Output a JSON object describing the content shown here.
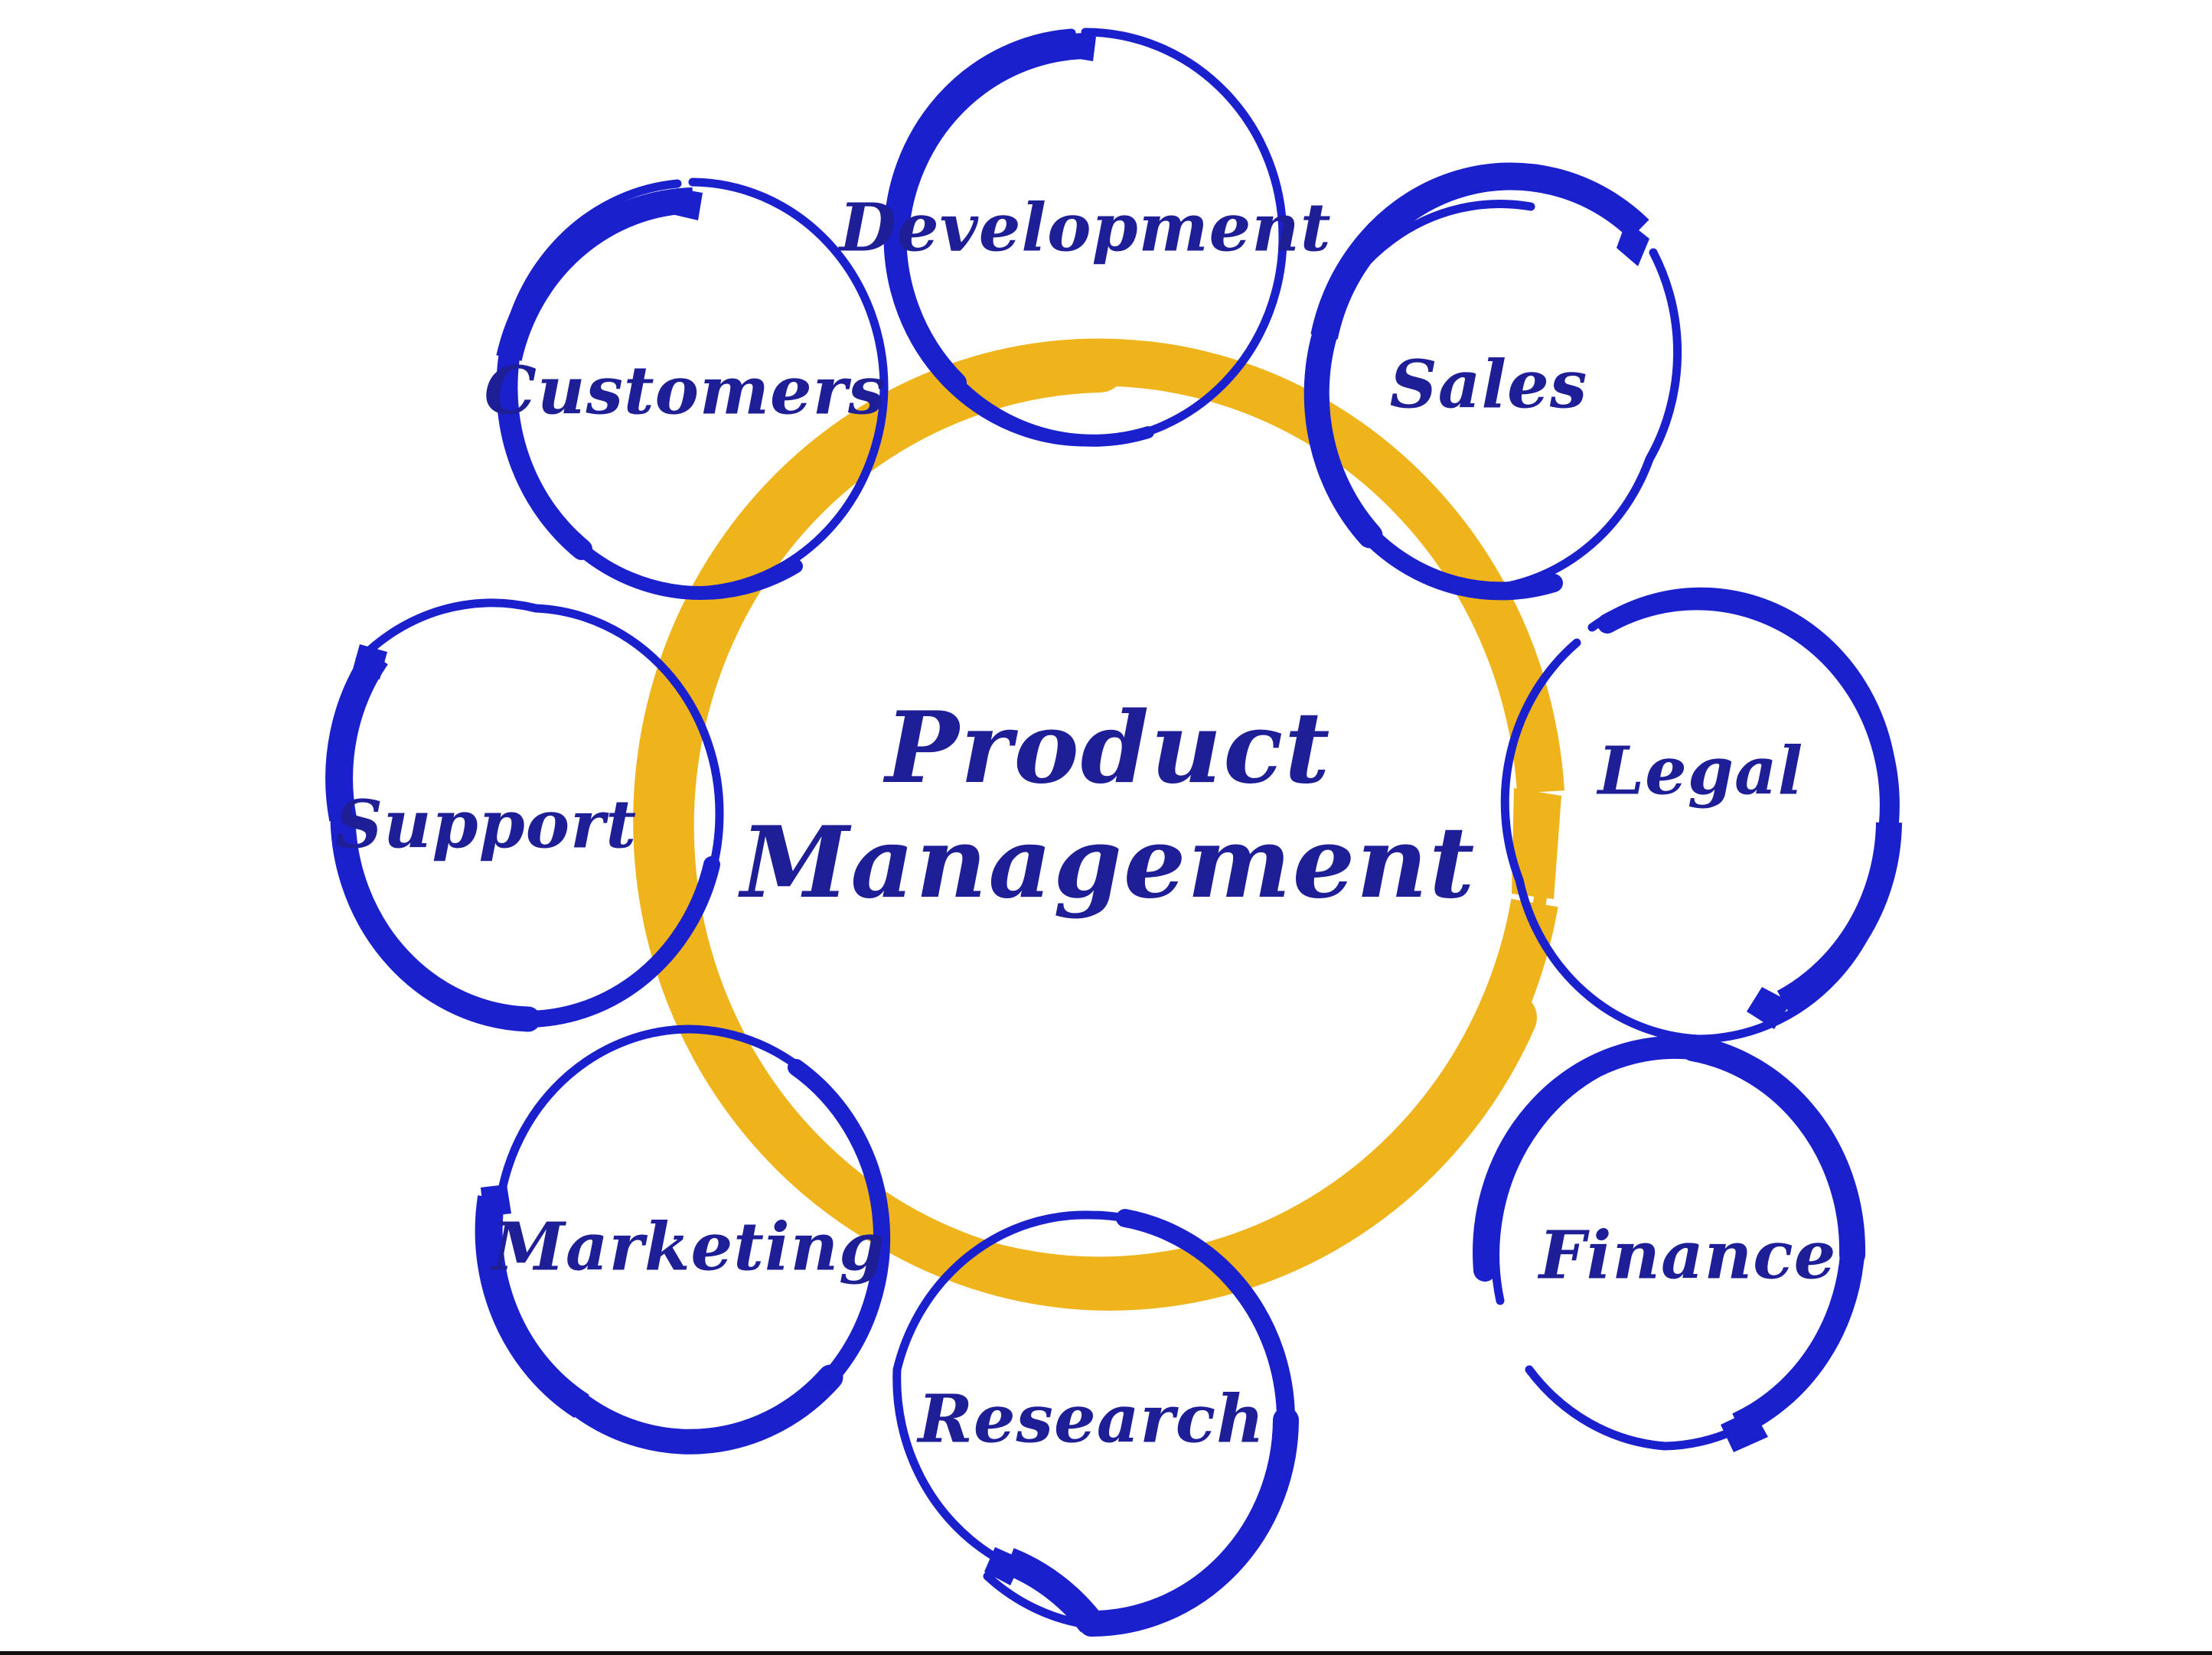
{
  "diagram": {
    "type": "hub-and-spoke-cycle",
    "center": {
      "label_line1": "Product",
      "label_line2": "Management",
      "ring_color": "#efb41c",
      "text_color": "#1e1e96"
    },
    "node_stroke_color": "#1a20cc",
    "node_text_color": "#1e1e96",
    "background_color": "#ffffff",
    "nodes": [
      {
        "label": "Development",
        "position": "top",
        "angle_deg": 270
      },
      {
        "label": "Sales",
        "position": "top-right",
        "angle_deg": 315
      },
      {
        "label": "Legal",
        "position": "right",
        "angle_deg": 0
      },
      {
        "label": "Finance",
        "position": "bottom-right",
        "angle_deg": 45
      },
      {
        "label": "Research",
        "position": "bottom",
        "angle_deg": 90
      },
      {
        "label": "Marketing",
        "position": "bottom-left",
        "angle_deg": 135
      },
      {
        "label": "Support",
        "position": "left",
        "angle_deg": 180
      },
      {
        "label": "Customers",
        "position": "top-left",
        "angle_deg": 225
      }
    ]
  }
}
